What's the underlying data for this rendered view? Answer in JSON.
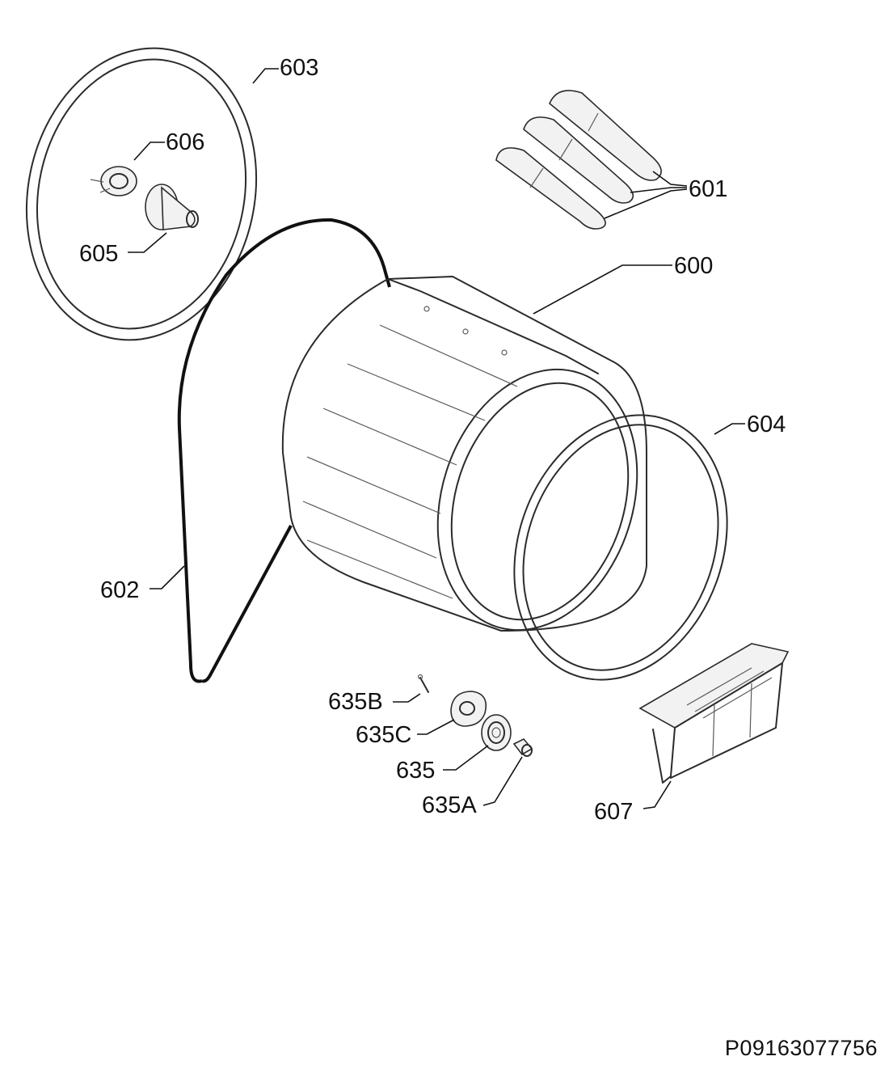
{
  "diagram": {
    "parts": [
      {
        "id": "p603",
        "label": "603"
      },
      {
        "id": "p606",
        "label": "606"
      },
      {
        "id": "p605",
        "label": "605"
      },
      {
        "id": "p601",
        "label": "601"
      },
      {
        "id": "p600",
        "label": "600"
      },
      {
        "id": "p604",
        "label": "604"
      },
      {
        "id": "p602",
        "label": "602"
      },
      {
        "id": "p635B",
        "label": "635B"
      },
      {
        "id": "p635C",
        "label": "635C"
      },
      {
        "id": "p635",
        "label": "635"
      },
      {
        "id": "p635A",
        "label": "635A"
      },
      {
        "id": "p607",
        "label": "607"
      }
    ],
    "document_ref": "P09163077756"
  }
}
